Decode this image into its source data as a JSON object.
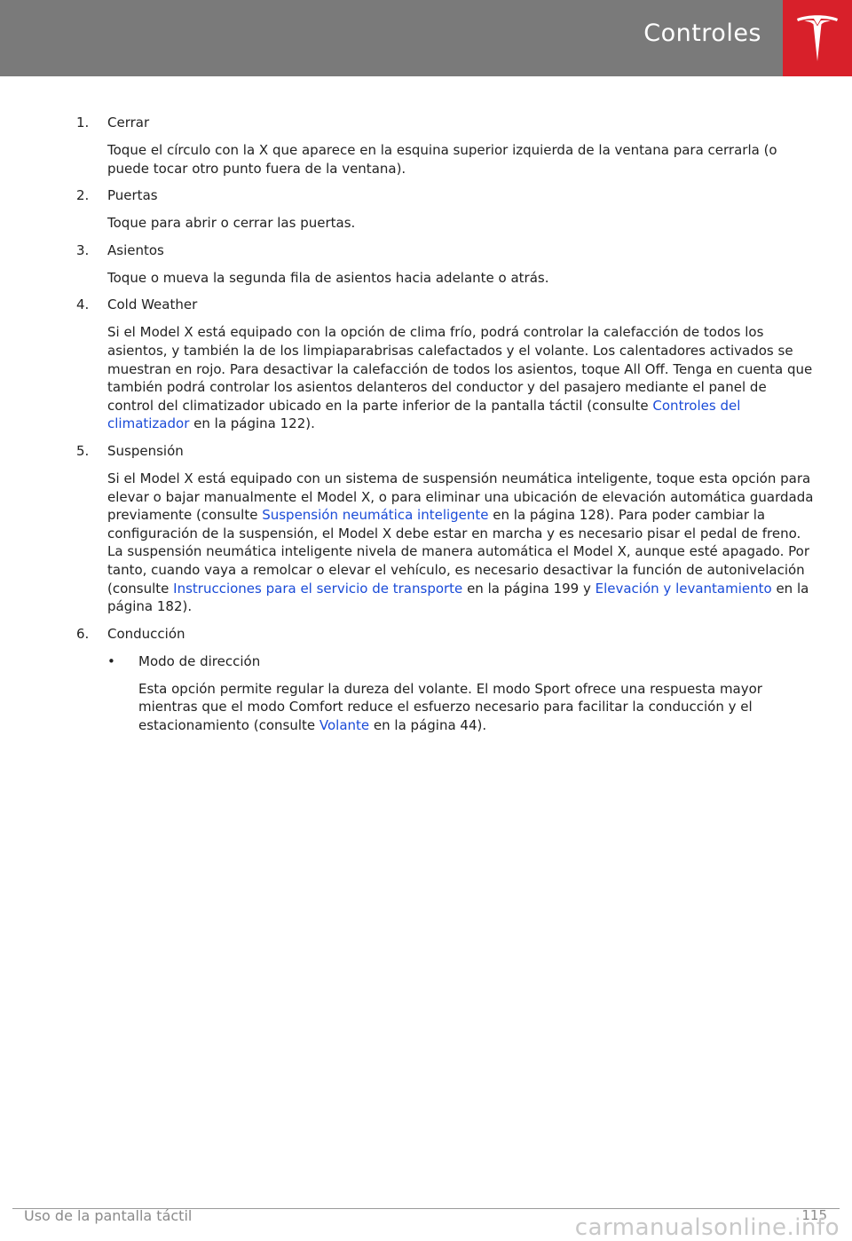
{
  "header": {
    "title": "Controles",
    "accent_color": "#d8202a",
    "bar_color": "#7a7a7a",
    "logo_icon": "tesla-logo-icon"
  },
  "items": [
    {
      "num": "1.",
      "title": "Cerrar",
      "body": "Toque el círculo con la X que aparece en la esquina superior izquierda de la ventana para cerrarla (o puede tocar otro punto fuera de la ventana)."
    },
    {
      "num": "2.",
      "title": "Puertas",
      "body": "Toque para abrir o cerrar las puertas."
    },
    {
      "num": "3.",
      "title": "Asientos",
      "body": "Toque o mueva la segunda fila de asientos hacia adelante o atrás."
    },
    {
      "num": "4.",
      "title": "Cold Weather",
      "body_pre": "Si el Model X está equipado con la opción de clima frío, podrá controlar la calefacción de todos los asientos, y también la de los limpiaparabrisas calefactados y el volante. Los calentadores activados se muestran en rojo. Para desactivar la calefacción de todos los asientos, toque All Off. Tenga en cuenta que también podrá controlar los asientos delanteros del conductor y del pasajero mediante el panel de control del climatizador ubicado en la parte inferior de la pantalla táctil (consulte ",
      "link1": "Controles del climatizador",
      "body_post": " en la página 122)."
    },
    {
      "num": "5.",
      "title": "Suspensión",
      "body_pre": "Si el Model X está equipado con un sistema de suspensión neumática inteligente, toque esta opción para elevar o bajar manualmente el Model X, o para eliminar una ubicación de elevación automática guardada previamente (consulte ",
      "link1": "Suspensión neumática inteligente",
      "body_mid": " en la página 128). Para poder cambiar la configuración de la suspensión, el Model X debe estar en marcha y es necesario pisar el pedal de freno. La suspensión neumática inteligente nivela de manera automática el Model X, aunque esté apagado. Por tanto, cuando vaya a remolcar o elevar el vehículo, es necesario desactivar la función de autonivelación (consulte ",
      "link2": "Instrucciones para el servicio de transporte",
      "body_mid2": " en la página 199 y ",
      "link3": "Elevación y levantamiento",
      "body_post": " en la página 182)."
    },
    {
      "num": "6.",
      "title": "Conducción",
      "sub": {
        "bullet": "•",
        "title": "Modo de dirección",
        "body_pre": "Esta opción permite regular la dureza del volante. El modo Sport ofrece una respuesta mayor mientras que el modo Comfort reduce el esfuerzo necesario para facilitar la conducción y el estacionamiento (consulte ",
        "link1": "Volante",
        "body_post": " en la página 44)."
      }
    }
  ],
  "footer": {
    "section": "Uso de la pantalla táctil",
    "page": "115",
    "watermark": "carmanualsonline.info"
  }
}
